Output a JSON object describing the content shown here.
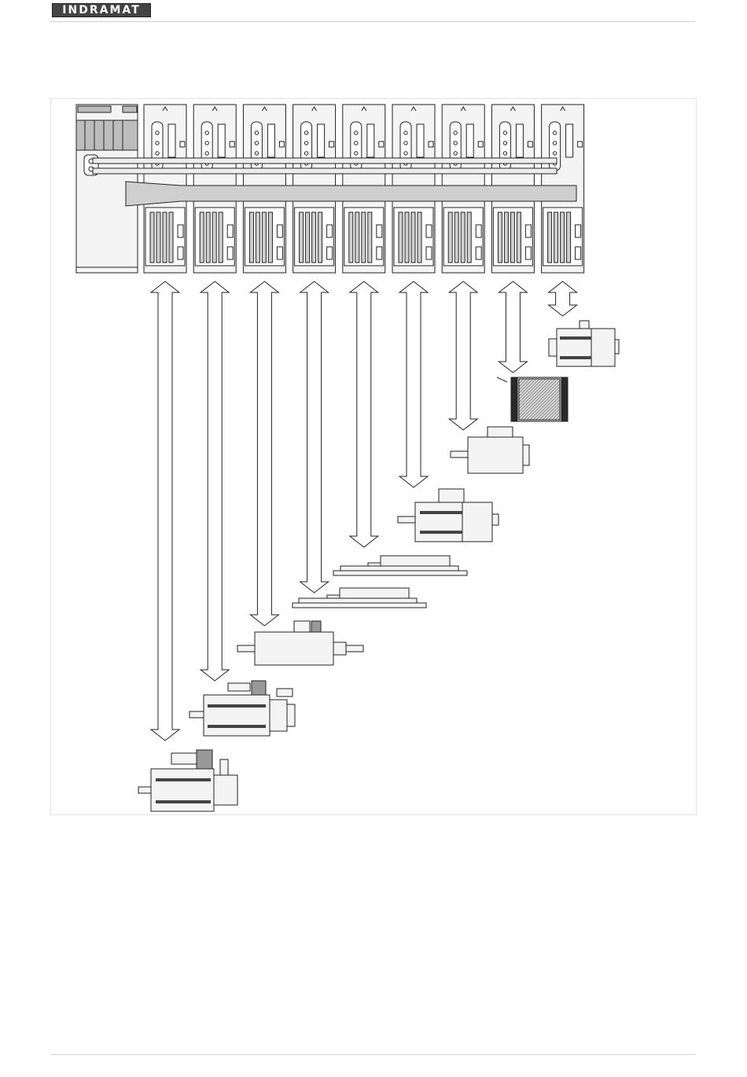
{
  "header": {
    "logo_text": "INDRAMAT"
  },
  "colors": {
    "ink": "#222222",
    "panel": "#f4f4f4",
    "shade": "#cfcfcf",
    "dark": "#2a2a2a",
    "logo_bg": "#444444"
  },
  "diagram": {
    "supply_module_count": 1,
    "drive_module_count": 9,
    "motor_types": [
      "ring-motor",
      "synchronous-servo-motor-small",
      "asynchronous-spindle-motor",
      "servo-motor-with-brake",
      "linear-motor-a",
      "linear-motor-b",
      "kit-spindle-motor",
      "servo-motor-medium",
      "servo-motor-large"
    ]
  }
}
